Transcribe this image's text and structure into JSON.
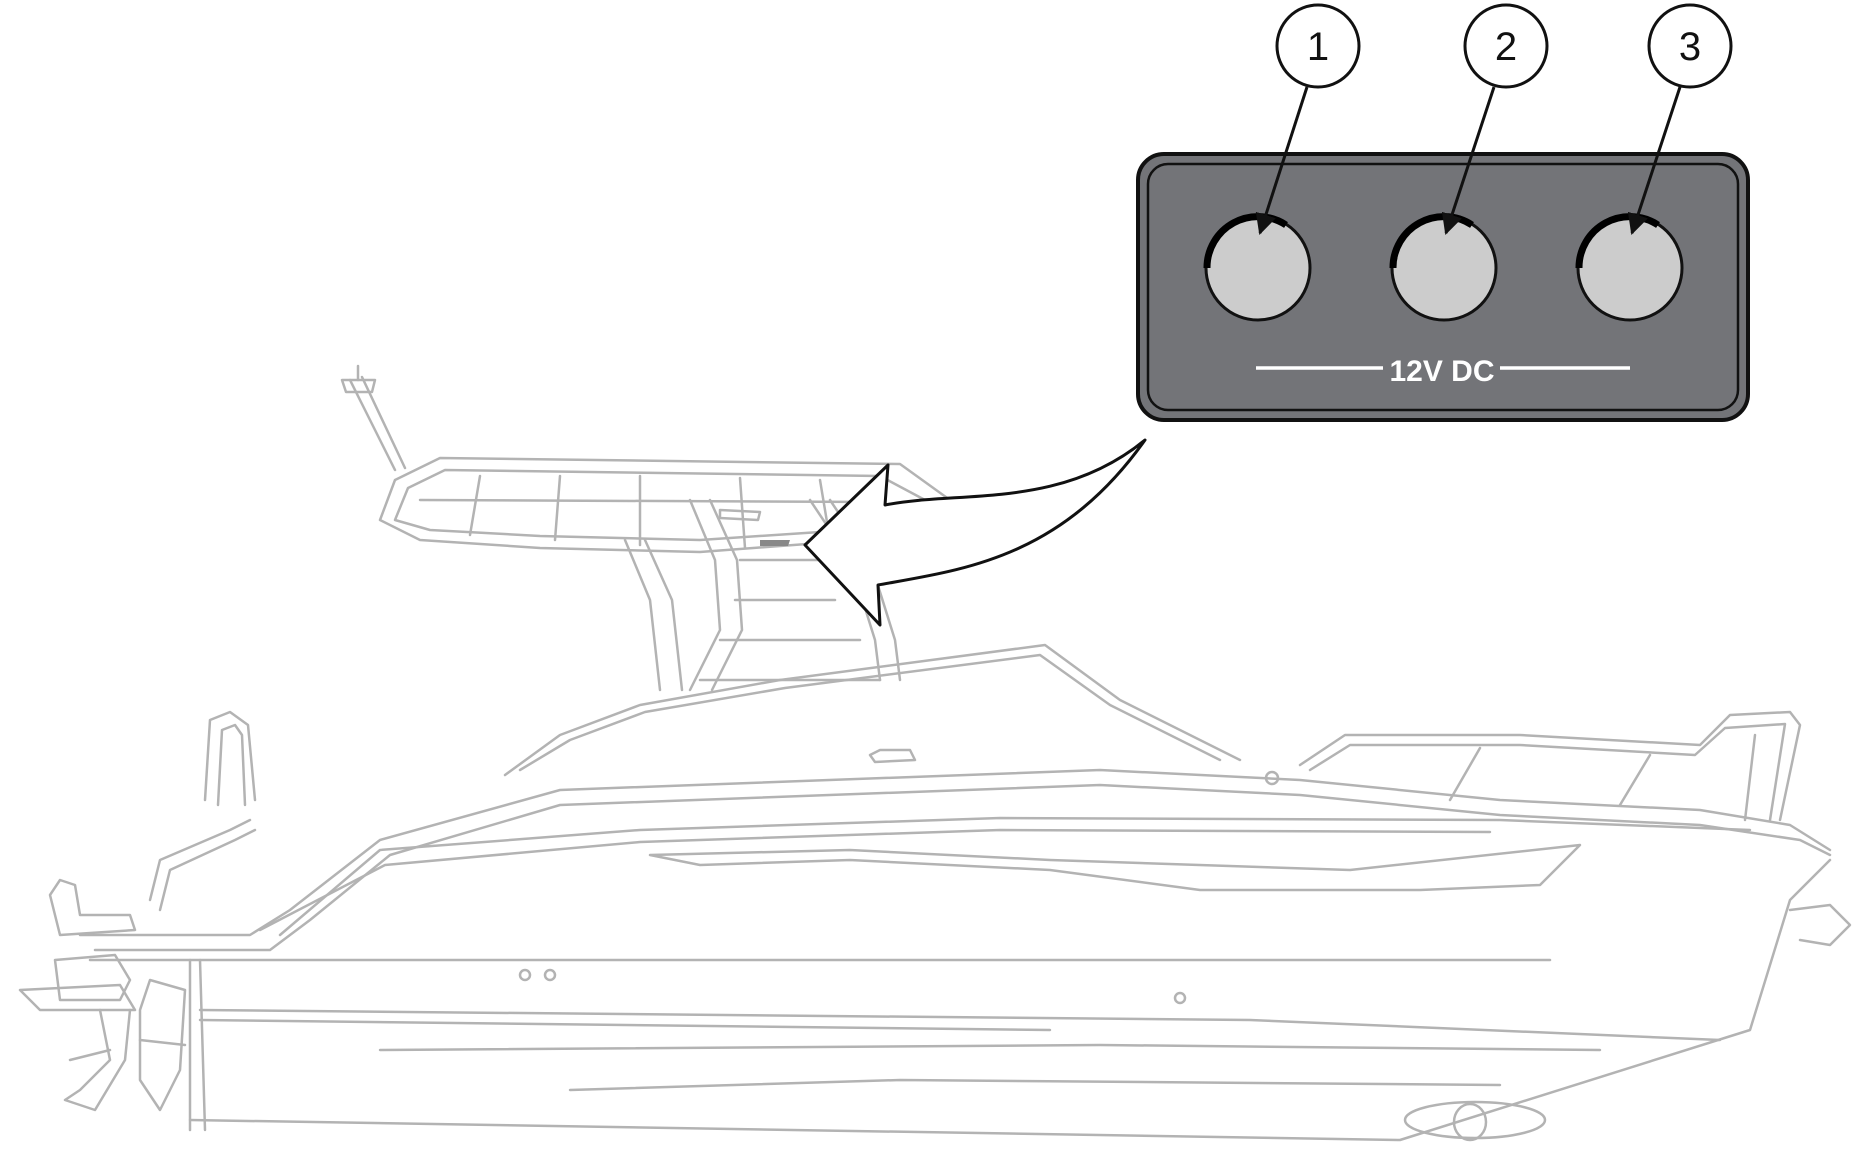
{
  "diagram": {
    "panel_label": "12V DC",
    "callouts": [
      {
        "number": "1"
      },
      {
        "number": "2"
      },
      {
        "number": "3"
      }
    ]
  },
  "colors": {
    "panel": "#737478",
    "panel_border": "#111111",
    "socket": "#cccccc",
    "boat_line": "#b0b0b0",
    "callout_line": "#111111"
  }
}
